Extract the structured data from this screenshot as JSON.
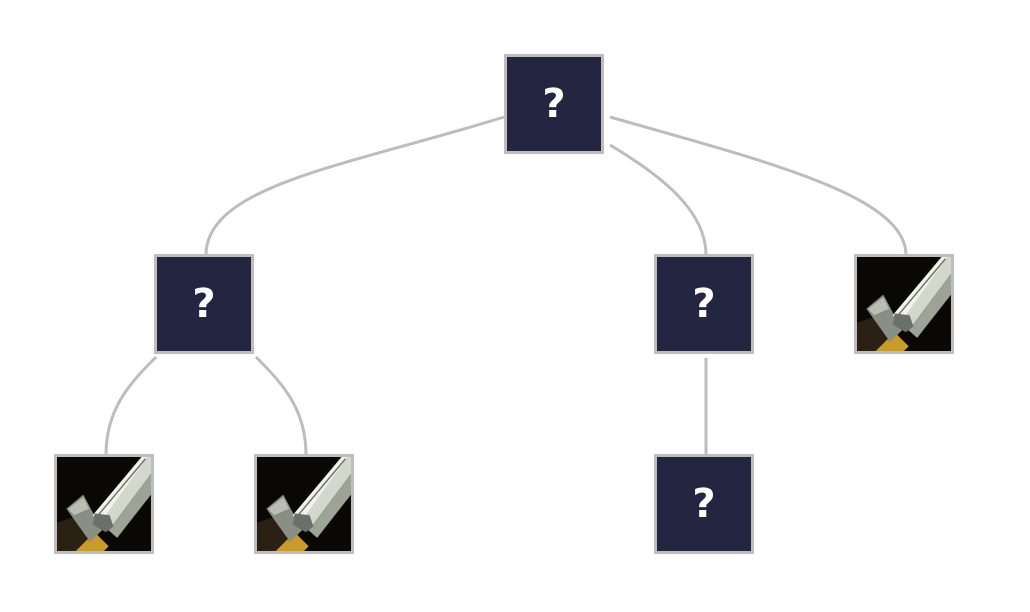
{
  "tree": {
    "root": {
      "kind": "unknown",
      "symbol": "?",
      "children": [
        {
          "kind": "unknown",
          "symbol": "?",
          "children": [
            {
              "kind": "item",
              "icon": "sword-icon"
            },
            {
              "kind": "item",
              "icon": "sword-icon"
            }
          ]
        },
        {
          "kind": "unknown",
          "symbol": "?",
          "children": [
            {
              "kind": "unknown",
              "symbol": "?"
            }
          ]
        },
        {
          "kind": "item",
          "icon": "sword-icon"
        }
      ]
    }
  },
  "colors": {
    "unknown_fill": "#232541",
    "node_border": "#bdbdbd",
    "edge": "#bdbdbd",
    "symbol": "#ffffff"
  }
}
